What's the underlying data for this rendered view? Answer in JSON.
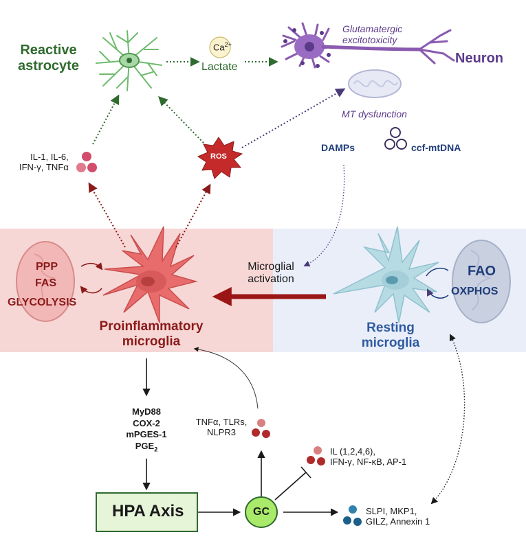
{
  "top": {
    "reactive_astrocyte_line1": "Reactive",
    "reactive_astrocyte_line2": "astrocyte",
    "ca_label": "Ca",
    "ca_superscript": "2+",
    "lactate": "Lactate",
    "glutamatergic_line1": "Glutamatergic",
    "glutamatergic_line2": "excitotoxicity",
    "neuron": "Neuron",
    "mt_dysfunction": "MT dysfunction",
    "damps": "DAMPs",
    "ccf_mtdna": "ccf-mtDNA",
    "ros": "ROS",
    "cytokines_line1": "IL-1, IL-6,",
    "cytokines_line2": "IFN-γ, TNFα"
  },
  "middle": {
    "ppp": "PPP",
    "fas": "FAS",
    "glycolysis": "GLYCOLYSIS",
    "proinflammatory_line1": "Proinflammatory",
    "proinflammatory_line2": "microglia",
    "microglial_line1": "Microglial",
    "microglial_line2": "activation",
    "fao": "FAO",
    "oxphos": "OXPHOS",
    "resting_line1": "Resting",
    "resting_line2": "microglia"
  },
  "bottom": {
    "myd88": "MyD88",
    "cox2": "COX-2",
    "mpges1": "mPGES-1",
    "pge2": "PGE",
    "pge2_sub": "2",
    "hpa_axis": "HPA Axis",
    "gc": "GC",
    "tnf_line1": "TNFα, TLRs,",
    "tnf_line2": "NLPR3",
    "il_line1": "IL (1,2,4,6),",
    "il_line2": "IFN-γ, NF-κB, AP-1",
    "slpi_line1": "SLPI, MKP1,",
    "slpi_line2": "GILZ, Annexin 1"
  },
  "colors": {
    "green": "#2f6b2f",
    "purple": "#5b3a8a",
    "dark_red": "#8b1a1a",
    "red_panel": "#f6d7d5",
    "blue_panel": "#e9eef9",
    "hpa_fill": "#e6f4d8",
    "gc_fill": "#a9ea6a"
  }
}
